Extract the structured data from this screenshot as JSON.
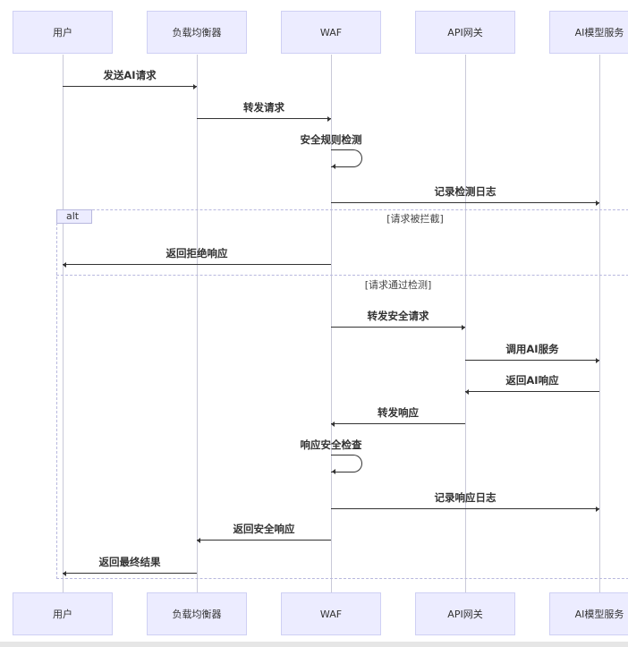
{
  "diagram": {
    "actors": [
      "用户",
      "负载均衡器",
      "WAF",
      "API网关",
      "AI模型服务"
    ],
    "messages": [
      {
        "from": 0,
        "to": 1,
        "label": "发送AI请求"
      },
      {
        "from": 1,
        "to": 2,
        "label": "转发请求"
      },
      {
        "from": 2,
        "to": 2,
        "label": "安全规则检测"
      },
      {
        "from": 2,
        "to": 4,
        "label": "记录检测日志"
      },
      {
        "from": 2,
        "to": 0,
        "label": "返回拒绝响应"
      },
      {
        "from": 2,
        "to": 3,
        "label": "转发安全请求"
      },
      {
        "from": 3,
        "to": 4,
        "label": "调用AI服务"
      },
      {
        "from": 4,
        "to": 3,
        "label": "返回AI响应"
      },
      {
        "from": 3,
        "to": 2,
        "label": "转发响应"
      },
      {
        "from": 2,
        "to": 2,
        "label": "响应安全检查"
      },
      {
        "from": 2,
        "to": 4,
        "label": "记录响应日志"
      },
      {
        "from": 2,
        "to": 1,
        "label": "返回安全响应"
      },
      {
        "from": 1,
        "to": 0,
        "label": "返回最终结果"
      }
    ],
    "alt": {
      "keyword": "alt",
      "conditions": [
        "[请求被拦截]",
        "[请求通过检测]"
      ]
    }
  },
  "colors": {
    "actor_fill": "#ececff",
    "actor_border": "#cfd0f4",
    "line": "#333333",
    "frame": "#b8b8de"
  }
}
